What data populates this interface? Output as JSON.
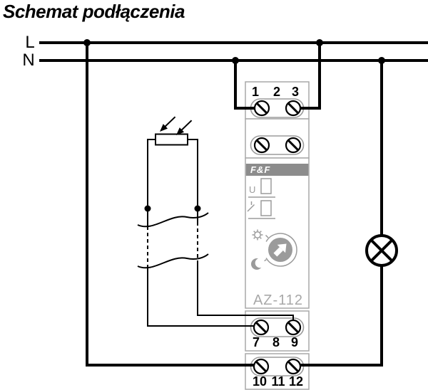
{
  "title": "Schemat podłączenia",
  "power": {
    "l_label": "L",
    "n_label": "N"
  },
  "device": {
    "brand": "F&F",
    "model": "AZ-112",
    "indicator_u_label": "U",
    "terminals_top": [
      "1",
      "2",
      "3"
    ],
    "terminals_mid": [
      "7",
      "8",
      "9"
    ],
    "terminals_bottom": [
      "10",
      "11",
      "12"
    ]
  },
  "icons": {
    "sensor": "photoresistor-icon",
    "light_arrows": "light-arrows-icon",
    "lamp": "lamp-icon",
    "sun": "sun-icon",
    "moon": "moon-icon",
    "knob": "threshold-knob-icon",
    "screw": "screw-terminal-icon",
    "relay_contact": "relay-contact-icon"
  },
  "colors": {
    "wire": "#000000",
    "device_outline": "#a9a9a9",
    "brand_band": "#8c8c8c",
    "device_detail_gray": "#9b9b9b",
    "model_text": "#a8a8a8"
  }
}
